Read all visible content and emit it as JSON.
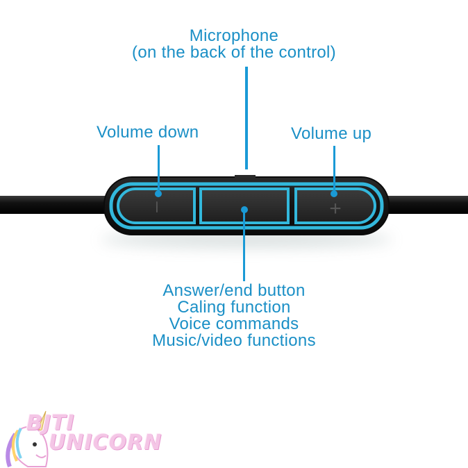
{
  "labels": {
    "microphone": [
      "Microphone",
      "(on the back of the control)"
    ],
    "volume_down": "Volume down",
    "volume_up": "Volume up",
    "answer": [
      "Answer/end button",
      "Caling function",
      "Voice commands",
      "Music/video functions"
    ]
  },
  "button_glyphs": {
    "minus": "–",
    "plus": "+"
  },
  "watermark": {
    "line1": "BJTI",
    "line2": "UNICORN"
  },
  "colors": {
    "accent": "#1a8fc6",
    "callout_line": "#1a9ad6",
    "button_outline": "#33b8dc",
    "cable": "#111111",
    "control_body": "#1b1b1b"
  }
}
